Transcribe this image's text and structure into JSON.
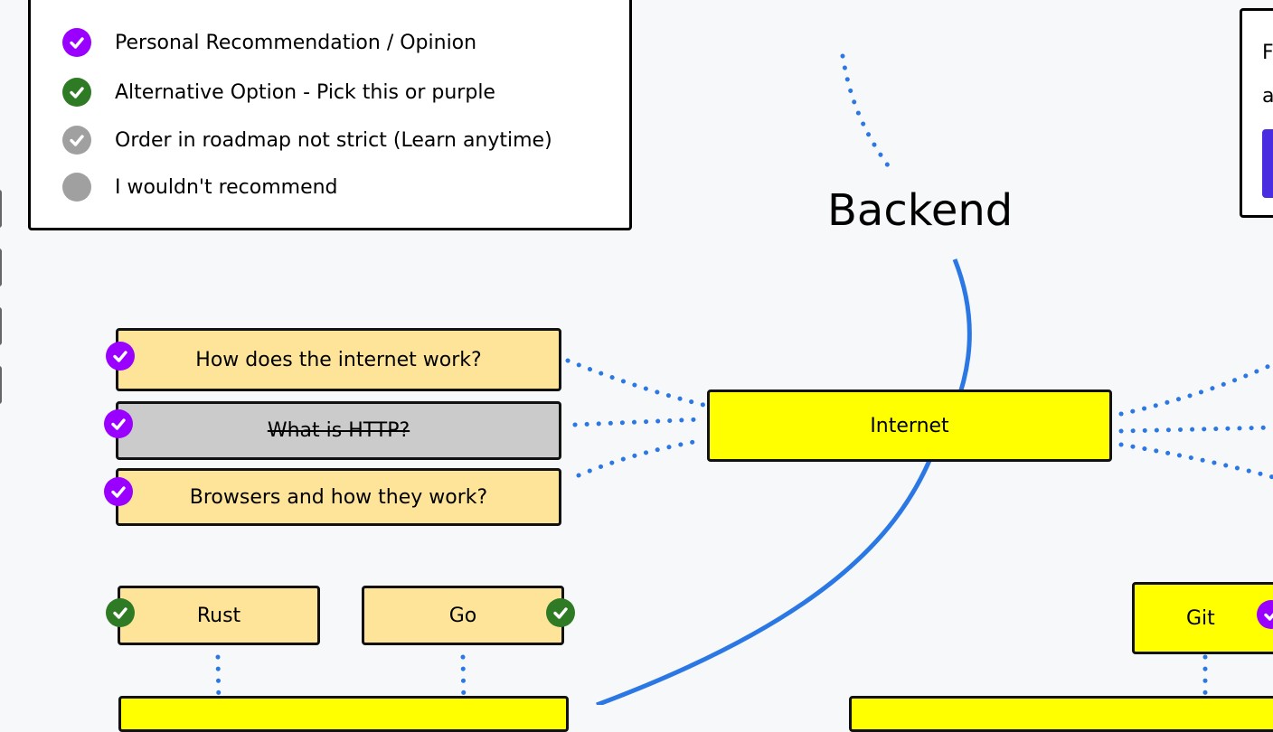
{
  "legend": {
    "items": [
      {
        "label": "Personal Recommendation / Opinion",
        "icon": "purple-check-icon",
        "color": "#9900ff"
      },
      {
        "label": "Alternative Option - Pick this or purple",
        "icon": "green-check-icon",
        "color": "#2f7a25"
      },
      {
        "label": "Order in roadmap not strict (Learn anytime)",
        "icon": "gray-check-icon",
        "color": "#a0a0a0"
      },
      {
        "label": "I wouldn't recommend",
        "icon": "gray-dot-icon",
        "color": "#a0a0a0"
      }
    ]
  },
  "title": "Backend",
  "nodes": {
    "internet": "Internet",
    "how_internet": "How does the internet work?",
    "what_http": "What is HTTP?",
    "browsers": "Browsers and how they work?",
    "rust": "Rust",
    "go": "Go",
    "git": "Git"
  },
  "right_panel": {
    "line1": "F",
    "line2": "a"
  },
  "colors": {
    "purple": "#9900ff",
    "green": "#2f7a25",
    "gray": "#a0a0a0",
    "main_node": "#ffff00",
    "sub_node": "#fee498",
    "done_node": "#cbcbcb",
    "connector_blue": "#2b78e4",
    "panel_button": "#4a2de0"
  }
}
